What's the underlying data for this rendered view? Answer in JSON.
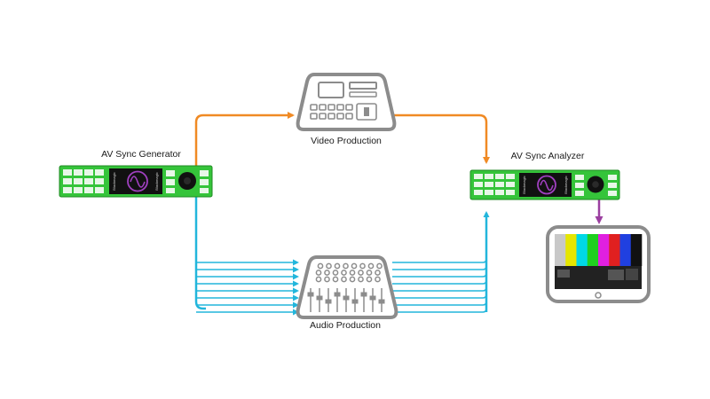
{
  "labels": {
    "generator": "AV Sync Generator",
    "analyzer": "AV Sync Analyzer",
    "video_production": "Video Production",
    "audio_production": "Audio Production"
  },
  "unit_logo_text": "Blackmagic",
  "colors": {
    "video_path": "#f08a24",
    "audio_path": "#22b6dc",
    "monitor_path": "#9b3fa0",
    "unit_green": "#35c43a",
    "unit_display": "#111111",
    "waveform": "#a040c0",
    "device_outline": "#8c8c8c",
    "label_text": "#1a1a1a"
  },
  "test_pattern": {
    "bars": [
      "#c8c8c8",
      "#e6e600",
      "#00d8e6",
      "#20d020",
      "#e020e0",
      "#e02020",
      "#2040e0",
      "#111111"
    ]
  },
  "audio_channels": 8
}
